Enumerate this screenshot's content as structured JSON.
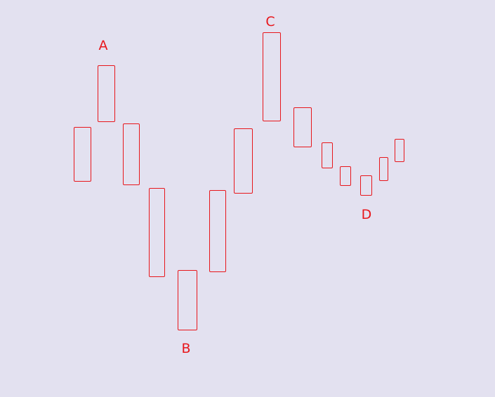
{
  "diagram": {
    "labels": [
      {
        "id": "A",
        "text": "A"
      },
      {
        "id": "B",
        "text": "B"
      },
      {
        "id": "C",
        "text": "C"
      },
      {
        "id": "D",
        "text": "D"
      }
    ],
    "bar_count": 14,
    "colors": {
      "background": "#e3e1f0",
      "stroke": "#e8161b",
      "label": "#e8161b"
    }
  }
}
